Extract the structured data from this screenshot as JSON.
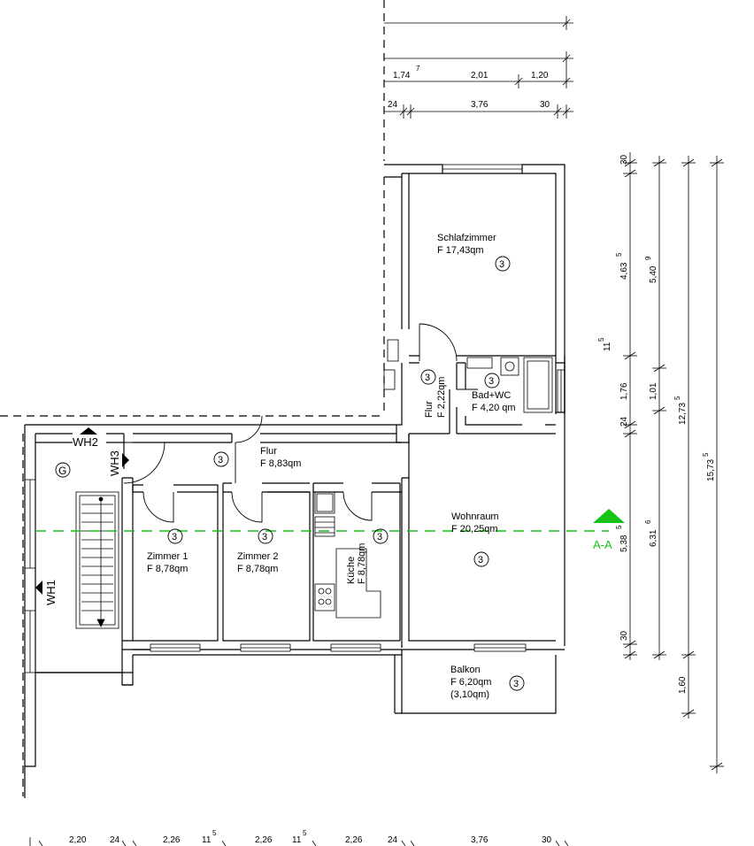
{
  "rooms": {
    "schlafzimmer": {
      "name": "Schlafzimmer",
      "area": "F 17,43qm",
      "tag": "3"
    },
    "bad": {
      "name": "Bad+WC",
      "area": "F 4,20 qm",
      "tag": "3"
    },
    "flur_small": {
      "name": "Flur",
      "area": "F 2,22qm",
      "tag": "3"
    },
    "flur": {
      "name": "Flur",
      "area": "F 8,83qm",
      "tag": "3"
    },
    "wohnraum": {
      "name": "Wohnraum",
      "area": "F 20,25qm",
      "tag": "3"
    },
    "zimmer1": {
      "name": "Zimmer 1",
      "area": "F 8,78qm",
      "tag": "3"
    },
    "zimmer2": {
      "name": "Zimmer 2",
      "area": "F 8,78qm",
      "tag": "3"
    },
    "kueche": {
      "name": "Küche",
      "area": "F 8,78qm",
      "tag": "3"
    },
    "balkon": {
      "name": "Balkon",
      "area": "F 6,20qm",
      "area2": "(3,10qm)",
      "tag": "3"
    }
  },
  "markers": {
    "wh1": "WH1",
    "wh2": "WH2",
    "wh3": "WH3",
    "g": "G",
    "section": "A-A"
  },
  "dims_top": {
    "row1": [
      "1,74",
      "7",
      "2,01",
      "1,20"
    ],
    "row2": [
      "24",
      "3,76",
      "30"
    ]
  },
  "dims_bottom": [
    "2,20",
    "24",
    "2,26",
    "11",
    "5",
    "2,26",
    "11",
    "5",
    "2,26",
    "24",
    "3,76",
    "30"
  ],
  "dims_right": {
    "col1": [
      "30",
      "4,63",
      "5",
      "11",
      "5",
      "1,76",
      "24",
      "5,38",
      "5",
      "30"
    ],
    "col2": [
      "5,40",
      "9",
      "1,01",
      "6,31",
      "6"
    ],
    "col3": [
      "12,73",
      "5",
      "1,60"
    ],
    "col4": [
      "15,73",
      "5"
    ]
  },
  "colors": {
    "section_line": "#16c416",
    "wall": "#000000"
  }
}
